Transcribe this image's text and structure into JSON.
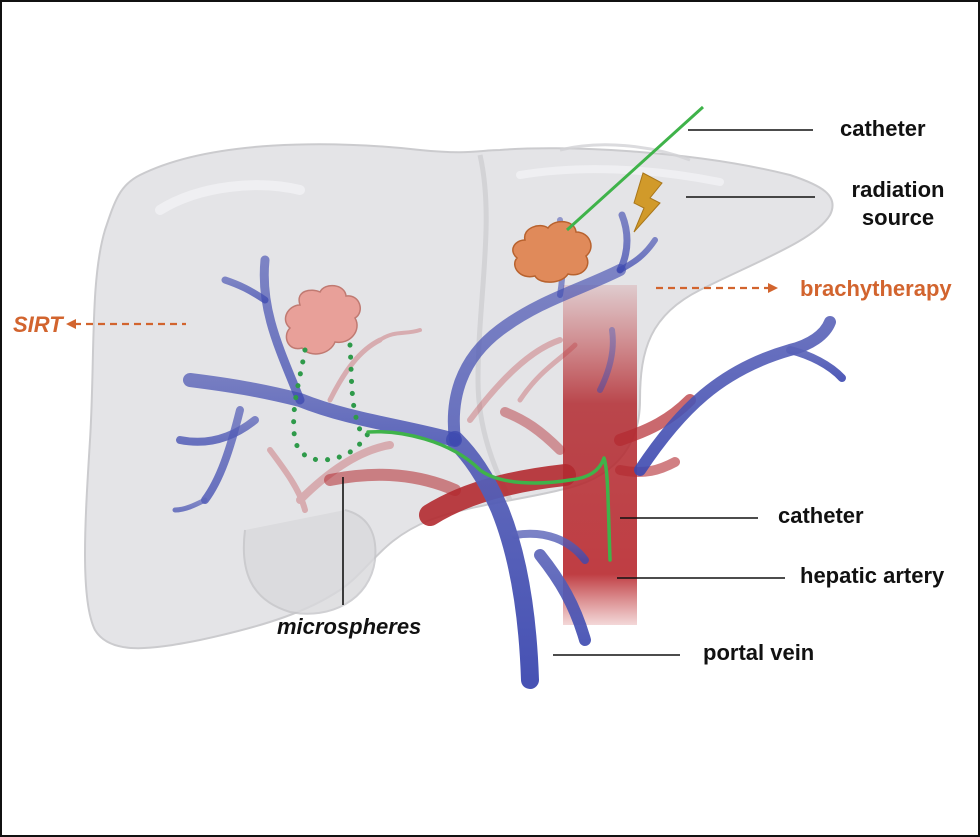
{
  "labels": {
    "catheter_top": "catheter",
    "radiation_line1": "radiation",
    "radiation_line2": "source",
    "brachytherapy": "brachytherapy",
    "sirt": "SIRT",
    "catheter_mid": "catheter",
    "hepatic_artery": "hepatic artery",
    "microspheres": "microspheres",
    "portal_vein": "portal vein"
  },
  "colors": {
    "accent_orange": "#d2642e",
    "catheter_green": "#3fb34a",
    "vein_blue": "#5560b8",
    "artery_red": "#b8232c",
    "liver_gray": "#e4e4e6"
  }
}
